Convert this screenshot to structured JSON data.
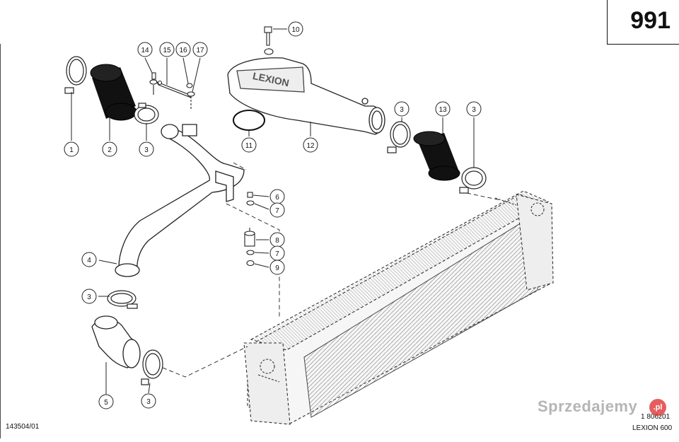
{
  "page_number": "991",
  "doc_id_left": "143504/01",
  "doc_id_right_line1": "1 806z01",
  "doc_id_right_line2": "LEXION 600",
  "embossed_text": "LEXION",
  "watermark": {
    "text": "Sprzedajemy",
    "badge": ".pl"
  },
  "callouts": {
    "c1": "1",
    "c2": "2",
    "c3a": "3",
    "c3b": "3",
    "c3c": "3",
    "c3d": "3",
    "c3e": "3",
    "c4": "4",
    "c5": "5",
    "c6": "6",
    "c7a": "7",
    "c7b": "7",
    "c8": "8",
    "c9": "9",
    "c10": "10",
    "c11": "11",
    "c12": "12",
    "c13": "13",
    "c14": "14",
    "c15": "15",
    "c16": "16",
    "c17": "17"
  }
}
